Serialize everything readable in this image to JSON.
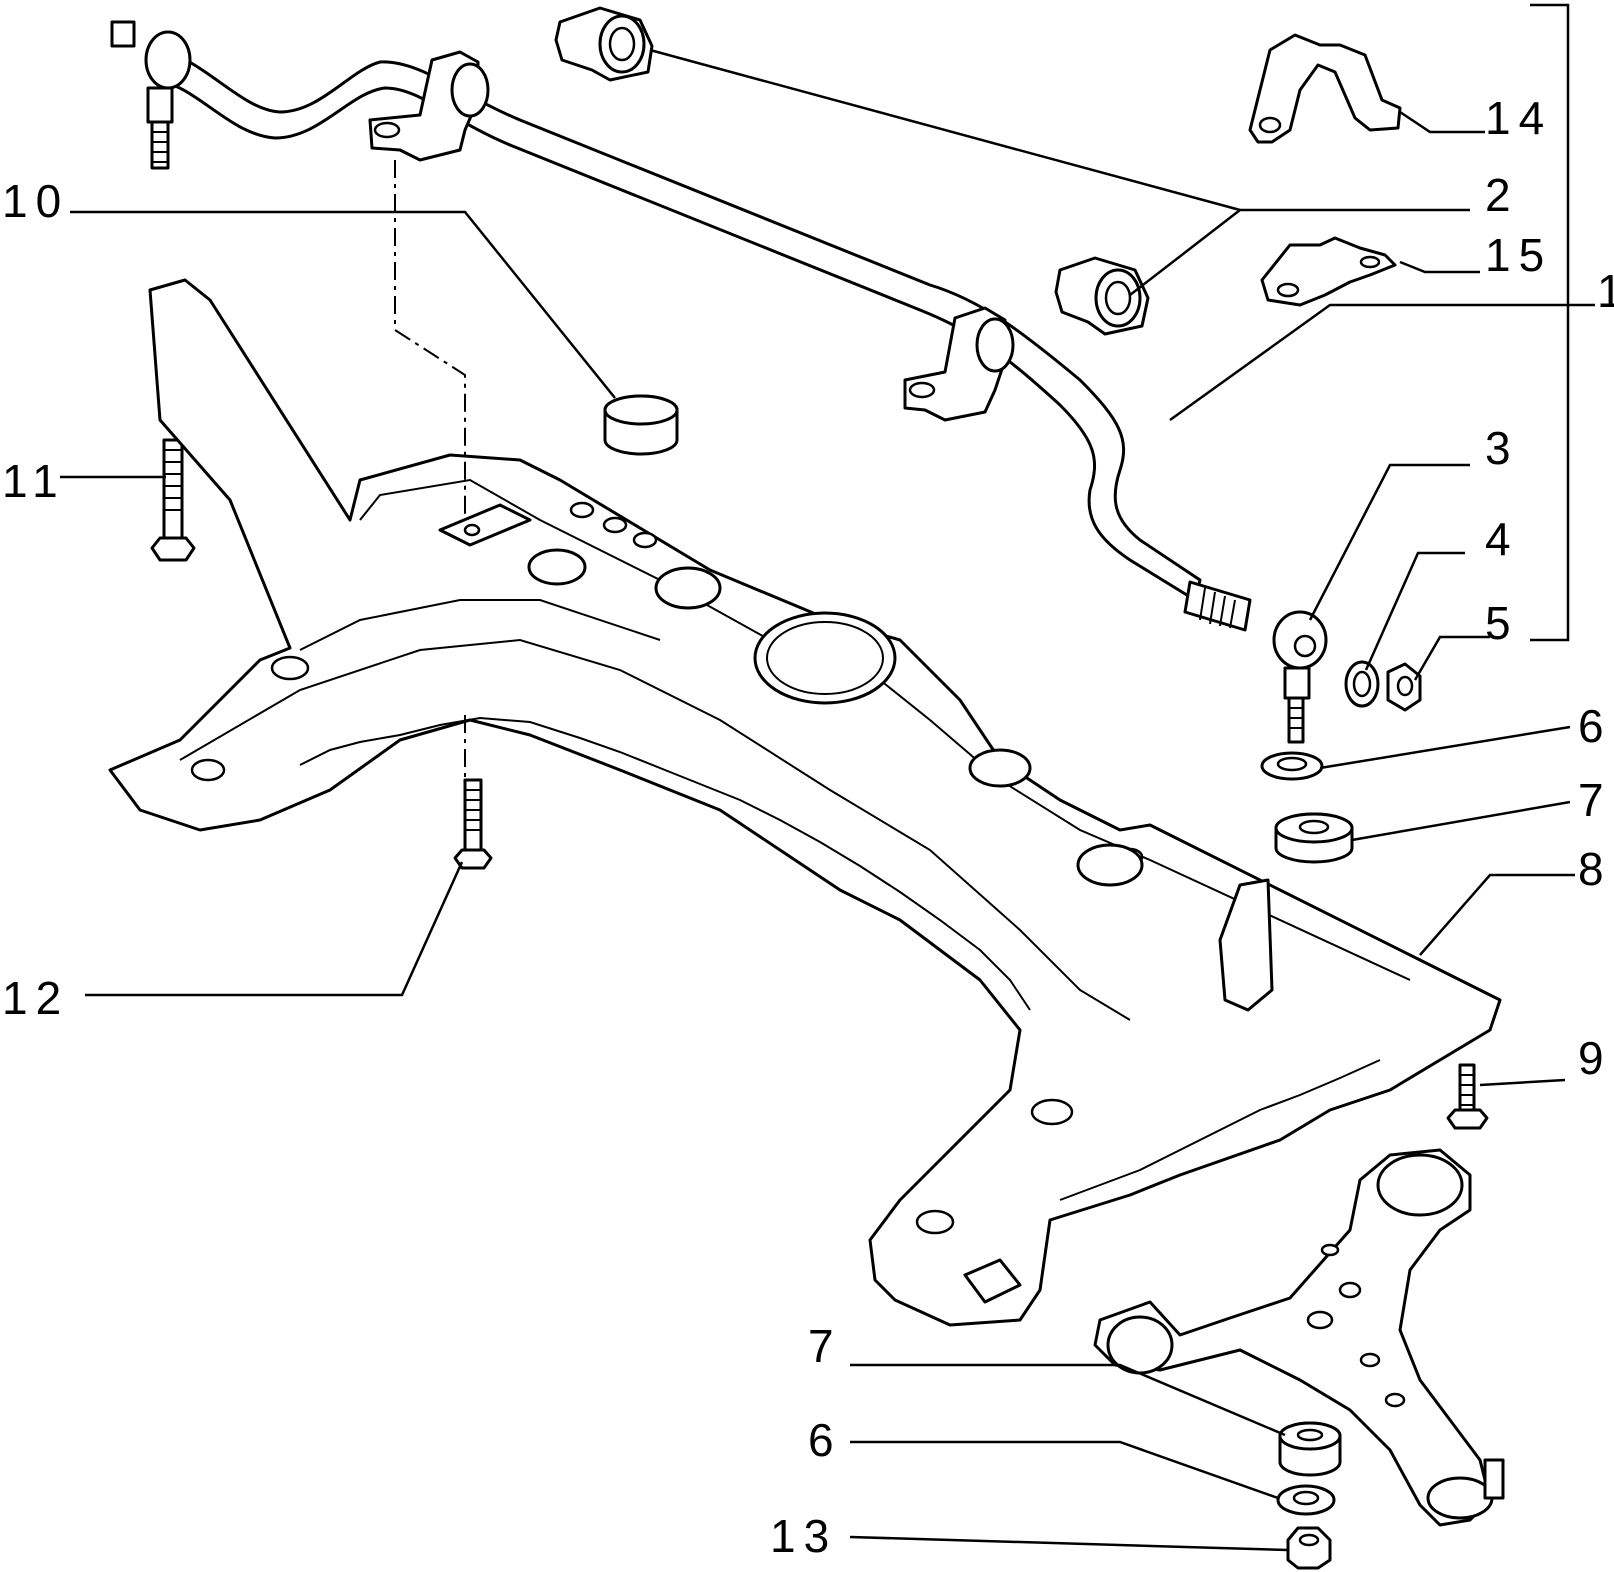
{
  "callouts": {
    "c1": "1",
    "c2": "2",
    "c3": "3",
    "c4": "4",
    "c5": "5",
    "c6a": "6",
    "c7a": "7",
    "c8": "8",
    "c9": "9",
    "c10": "10",
    "c11": "11",
    "c12": "12",
    "c14": "14",
    "c15": "15",
    "c7b": "7",
    "c6b": "6",
    "c13": "13"
  }
}
